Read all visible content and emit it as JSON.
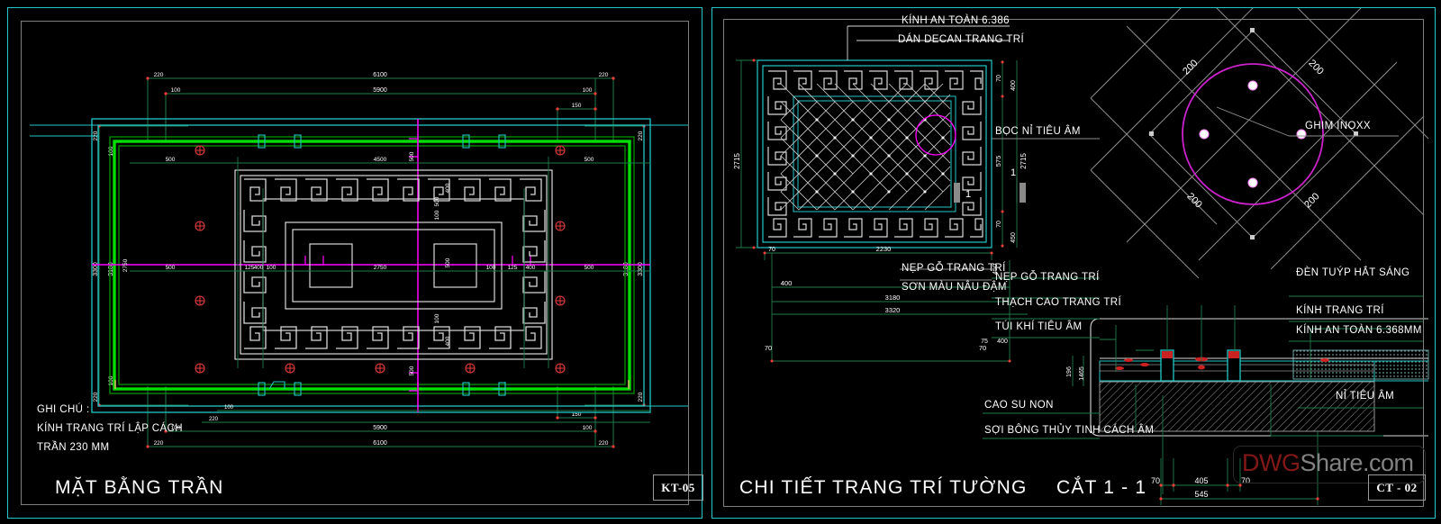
{
  "meta": {
    "background": "#000000",
    "frame_color": "#23c7c7",
    "green": "#00b050",
    "bright_green": "#00ff00",
    "magenta": "#ff00ff",
    "yellow": "#ffff00",
    "white": "#ffffff",
    "red": "#ff0000",
    "grey": "#9a9a9a"
  },
  "watermark": {
    "red_part": "DWG",
    "grey_part": "Share.com"
  },
  "left_panel": {
    "title": "MẶT BẰNG TRẦN",
    "tag": "KT-05",
    "note_lines": [
      "GHI CHÚ :",
      "KÍNH TRANG TRÍ LẬP CÁCH",
      "TRẦN 230 MM"
    ],
    "dimensions": {
      "top_outer": "6100",
      "top_inner": "5900",
      "top_edge_left": "220",
      "top_edge_right": "220",
      "top_offset_left": "100",
      "top_offset_right": "100",
      "top_small_right": "150",
      "bottom_outer": "6100",
      "bottom_inner": "5900",
      "bottom_edge_left": "220",
      "bottom_edge_right": "220",
      "bottom_offset_left": "100",
      "bottom_offset_right": "100",
      "bottom_small_right": "150",
      "left_outer": "3300",
      "left_inner": "3180",
      "left_edge_top": "220",
      "left_edge_bottom": "220",
      "left_offset_top": "100",
      "left_offset_bottom": "100",
      "right_outer": "3300",
      "right_inner": "3180",
      "right_edge_top": "220",
      "right_edge_bottom": "220",
      "inner_width": "4500",
      "inner_core_width": "2750",
      "band_500_a": "500",
      "band_500_b": "500",
      "band_500_c": "500",
      "band_500_d": "500",
      "band_500_e": "500",
      "band_500_f": "500",
      "gap_125_left": "125",
      "gap_125_right": "125",
      "gap_100_left": "100",
      "gap_100_right": "100",
      "mid_400_left": "400",
      "mid_400_right": "400",
      "vert_2750": "2750",
      "vert_500_top": "500",
      "vert_400_top": "400",
      "vert_100_top": "100",
      "vert_500_bot": "500",
      "vert_400_bot": "400",
      "vert_100_bot": "100",
      "vert_500_core": "500",
      "vert_400_up": "400",
      "vert_400_dn": "400"
    }
  },
  "right_panel": {
    "title": "CHI TIẾT TRANG TRÍ TƯỜNG",
    "section_title": "CẮT 1 - 1",
    "tag": "CT - 02",
    "section_marker": "1",
    "annotations": {
      "top1": "KÍNH AN TOÀN 6.386",
      "top2": "DÁN DECAN TRANG TRÍ",
      "right_felt": "BỌC NỈ TIÊU ÂM",
      "pin": "GHIM INOXX",
      "lamp": "ĐÈN TUÝP HẮT SÁNG",
      "glass_deco": "KÍNH TRANG TRÍ",
      "glass_safety": "KÍNH AN TOÀN 6.368MM",
      "felt_abs": "NỈ TIÊU ÂM",
      "wood_trim_1": "NẸP GỖ TRANG TRÍ",
      "wood_paint": "SƠN MÀU NÂU ĐẬM",
      "wood_trim_2": "NẸP GỖ TRANG TRÍ",
      "plaster": "THẠCH CAO TRANG TRÍ",
      "air_pocket": "TÚI KHÍ TIÊU ÂM",
      "rubber": "CAO SU NON",
      "glasswool": "SỢI BÔNG THỦY TINH CÁCH ÂM"
    },
    "dimensions": {
      "height_left": "2715",
      "height_right": "2715",
      "top_70": "70",
      "top_400": "400",
      "mid_575": "575",
      "low_70": "70",
      "low_450": "450",
      "low_450b": "450",
      "width_2230": "2230",
      "width_70_left": "70",
      "base_400": "400",
      "base_3180": "3180",
      "base_3320": "3320",
      "base_70a": "70",
      "base_70b": "70",
      "mini_75": "75",
      "mini_400": "400",
      "sect_196": "196",
      "sect_1465": "1465",
      "sect_70_left": "70",
      "sect_405": "405",
      "sect_70_right": "70",
      "sect_545": "545",
      "diag_200_tl": "200",
      "diag_200_tr": "200",
      "diag_200_bl": "200",
      "diag_200_br": "200"
    }
  }
}
